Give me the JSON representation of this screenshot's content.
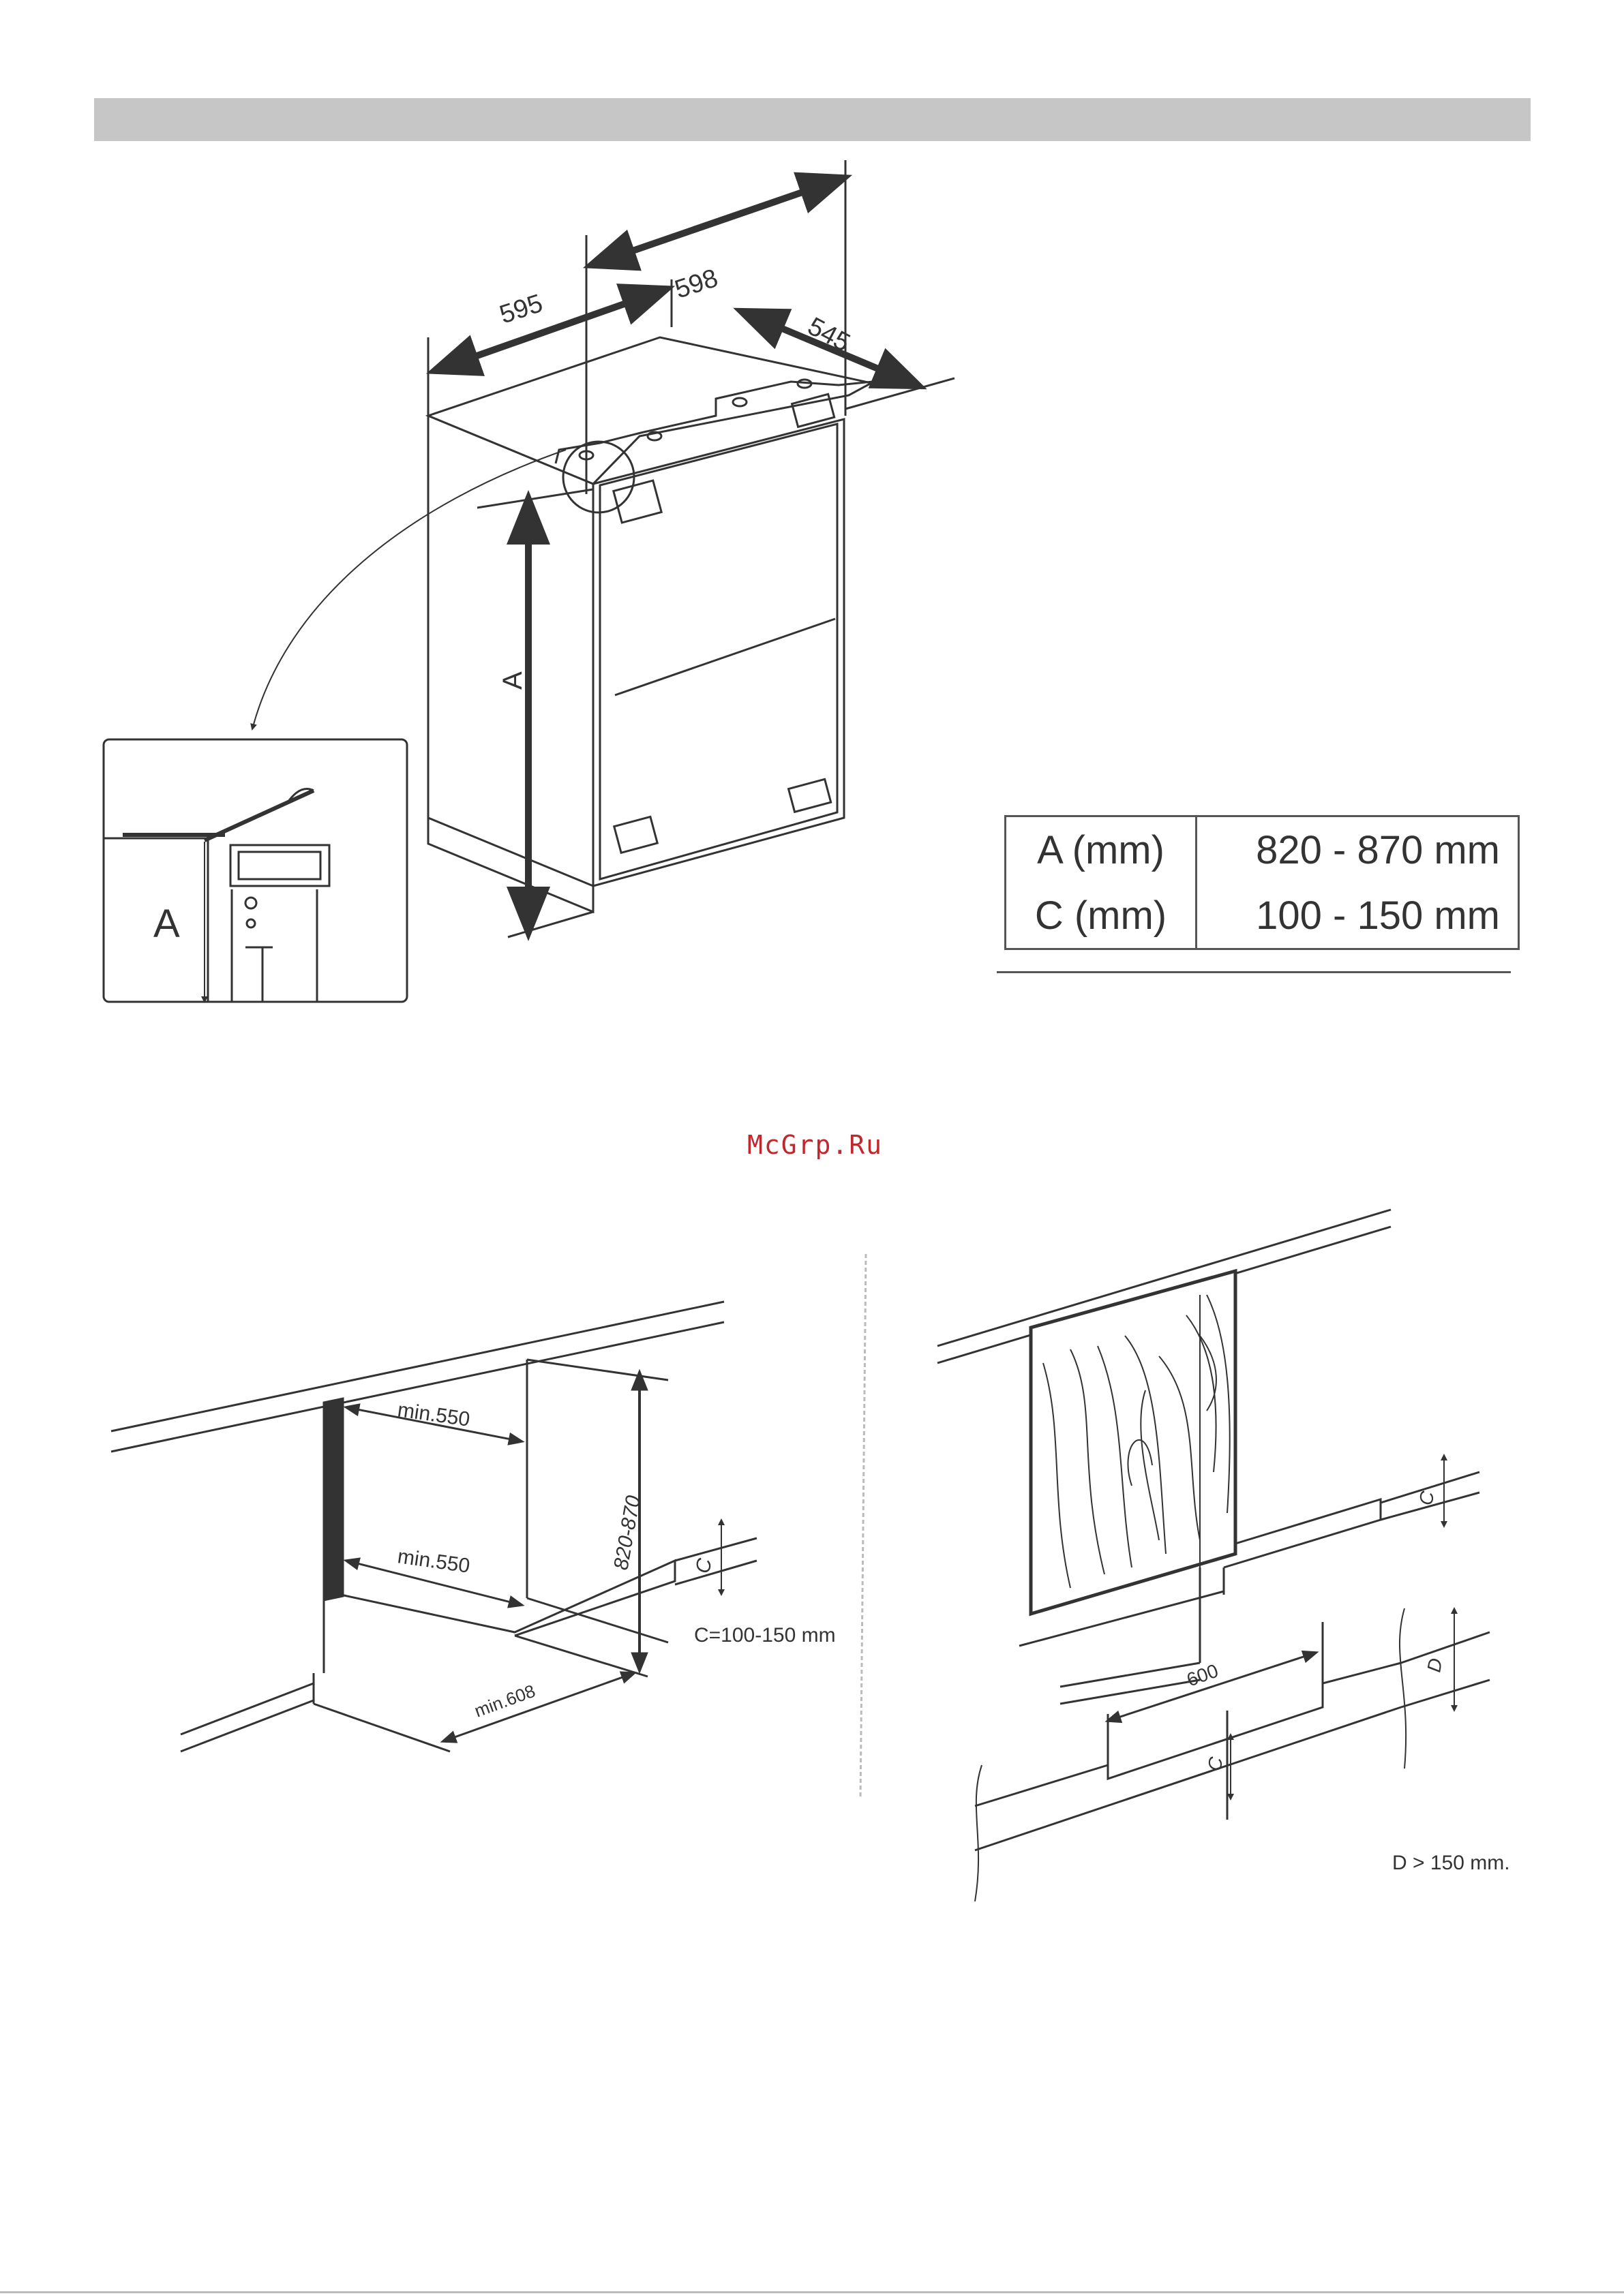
{
  "top_diagram": {
    "dim_width": "595",
    "dim_width_inner": "598",
    "dim_depth": "545",
    "dim_height": "A",
    "detail_label": "A"
  },
  "dimension_table": {
    "rows": [
      {
        "label": "A (mm)",
        "value": "820 - 870 mm"
      },
      {
        "label": "C (mm)",
        "value": "100 - 150 mm"
      }
    ]
  },
  "watermark": "McGrp.Ru",
  "left_diagram": {
    "min_top": "min.550",
    "min_bottom": "min.550",
    "height_range": "820-870",
    "c_label": "C",
    "min_width": "min.608",
    "c_note": "C=100-150 mm"
  },
  "right_diagram": {
    "c_label_top": "C",
    "width_label": "600",
    "c_label_bottom": "C",
    "d_label": "D",
    "d_note": "D > 150 mm."
  }
}
